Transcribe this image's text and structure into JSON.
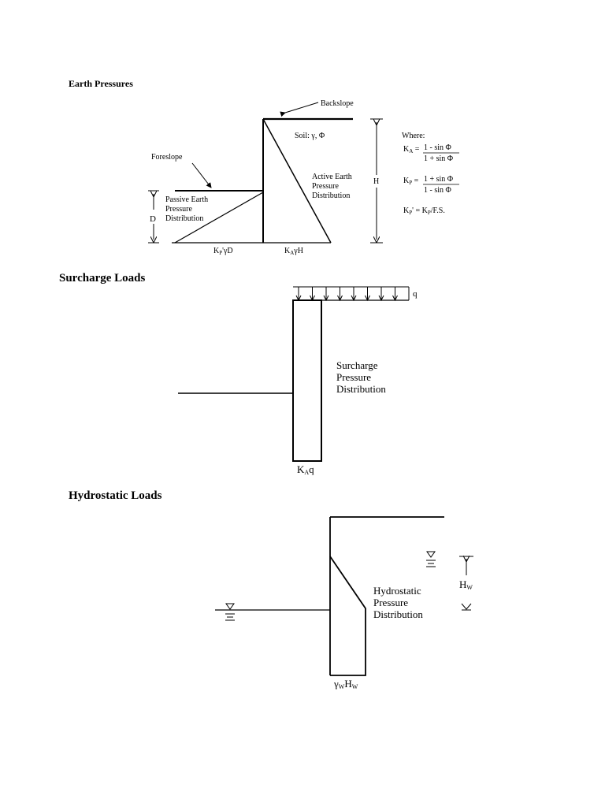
{
  "earth_pressures": {
    "heading": "Earth Pressures",
    "backslope": "Backslope",
    "soil": "Soil: γ, Φ",
    "foreslope": "Foreslope",
    "passive": [
      "Passive Earth",
      "Pressure",
      "Distribution"
    ],
    "active": [
      "Active Earth",
      "Pressure",
      "Distribution"
    ],
    "dim_D": "D",
    "dim_H": "H",
    "where": "Where:",
    "ka_lhs": "K",
    "ka_sub": "A",
    "ka_num": "1 - sin Φ",
    "ka_den": "1 + sin Φ",
    "kp_lhs": "K",
    "kp_sub": "P",
    "kp_num": "1 + sin Φ",
    "kp_den": "1 - sin Φ",
    "kpp_lhs": "K",
    "kpp_sub": "P",
    "kpp_rhs": "' = K",
    "kpp_rhs_sub": "P",
    "kpp_tail": "/F.S.",
    "base_passive": "K",
    "base_passive_sub": "P",
    "base_passive_tail": "'γD",
    "base_active": "K",
    "base_active_sub": "A",
    "base_active_tail": "γH"
  },
  "surcharge": {
    "heading": "Surcharge Loads",
    "q": "q",
    "label": [
      "Surcharge",
      "Pressure",
      "Distribution"
    ],
    "base": "K",
    "base_sub": "A",
    "base_tail": "q"
  },
  "hydrostatic": {
    "heading": "Hydrostatic Loads",
    "label": [
      "Hydrostatic",
      "Pressure",
      "Distribution"
    ],
    "hw": "H",
    "hw_sub": "W",
    "base": "γ",
    "base_sub": "W",
    "base_mid": "H",
    "base_sub2": "W"
  }
}
